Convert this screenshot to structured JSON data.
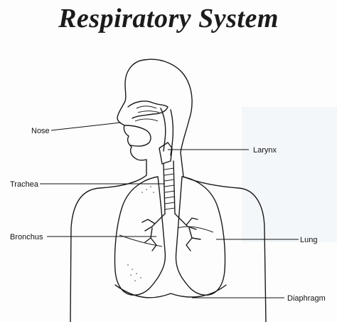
{
  "title": "Respiratory System",
  "labels": {
    "nose": "Nose",
    "larynx": "Larynx",
    "trachea": "Trachea",
    "bronchus": "Bronchus",
    "lung": "Lung",
    "diaphragm": "Diaphragm"
  },
  "colors": {
    "ink": "#1a1a1a",
    "background": "#fdfdfd",
    "tint": "#e9f0f7"
  }
}
